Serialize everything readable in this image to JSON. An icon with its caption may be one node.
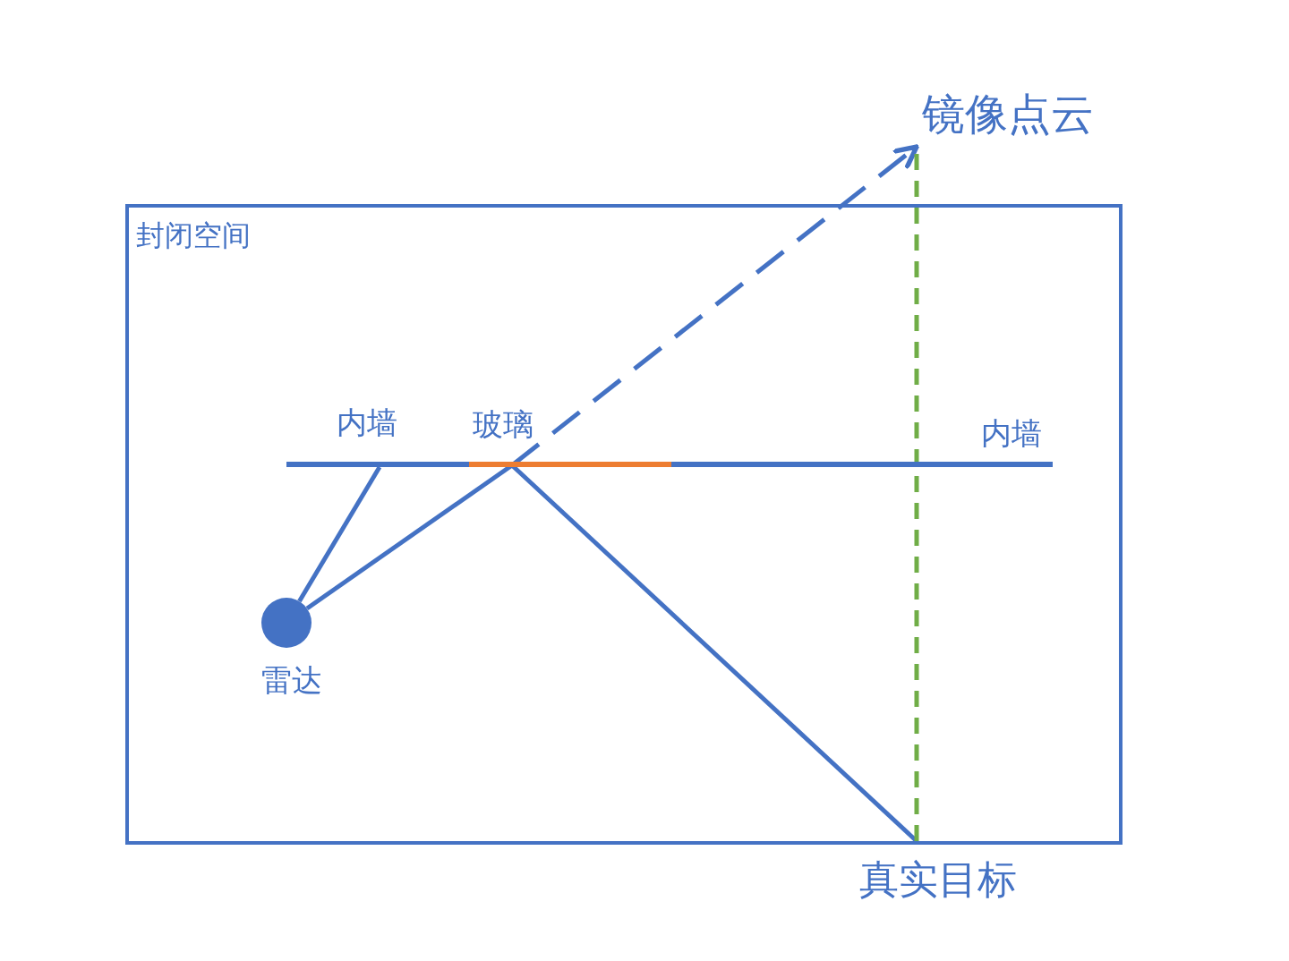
{
  "diagram": {
    "nodes": [
      {
        "text": [
          "镜像点云"
        ]
      },
      {
        "text": [
          "封闭空间"
        ]
      },
      {
        "text": [
          "内墙"
        ],
        "in": 1
      },
      {
        "text": [
          "玻璃"
        ],
        "in": 1
      },
      {
        "text": [
          "内墙"
        ],
        "in": 1
      },
      {
        "text": [
          "雷达"
        ],
        "in": 1
      },
      {
        "text": [
          "真实目标"
        ]
      }
    ],
    "edges": [
      {
        "from": 5,
        "to": 2,
        "arrow": "none"
      },
      {
        "from": 5,
        "to": 3,
        "arrow": "none"
      },
      {
        "from": 3,
        "to": 6,
        "arrow": "none"
      },
      {
        "from": 3,
        "to": 0,
        "arrow": "to",
        "style": "dashed"
      },
      {
        "from": 6,
        "to": 0,
        "arrow": "none",
        "style": "dashed",
        "color": "#70ad47"
      }
    ]
  }
}
